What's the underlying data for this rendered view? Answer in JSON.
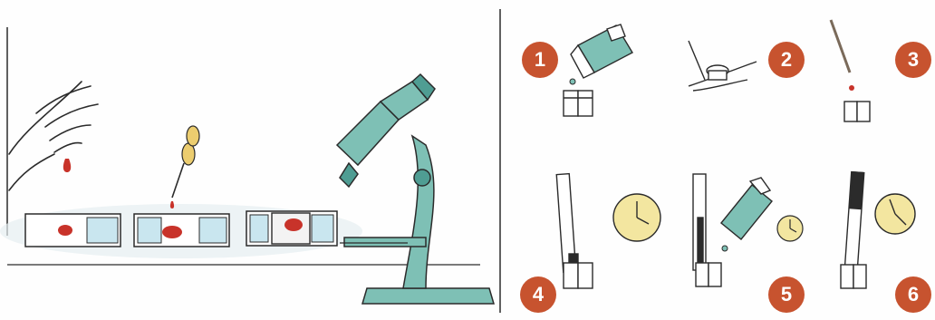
{
  "palette": {
    "badge": "#c7532f",
    "ink": "#2b2b2b",
    "teal": "#7ec0b5",
    "teal_dark": "#4f9d93",
    "clock_face": "#f3e6a0",
    "slide_glass": "#c9e6ef",
    "blood": "#c8332a",
    "dropper_bulb": "#eccd6f",
    "wash": "#e6eef1"
  },
  "icons": {
    "dropper": "pipette-icon",
    "microscope": "microscope-icon",
    "clock": "clock-icon",
    "bottle": "bottle-icon",
    "slide": "glass-slide-icon",
    "cup": "staining-cup-icon",
    "hand": "hand-icon"
  },
  "steps": [
    {
      "number": "1",
      "icon": "bottle-icon"
    },
    {
      "number": "2",
      "icon": "pipette-icon"
    },
    {
      "number": "3",
      "icon": "pipette-icon"
    },
    {
      "number": "4",
      "icon": "clock-icon"
    },
    {
      "number": "5",
      "icon": "bottle-icon"
    },
    {
      "number": "6",
      "icon": "clock-icon"
    }
  ]
}
